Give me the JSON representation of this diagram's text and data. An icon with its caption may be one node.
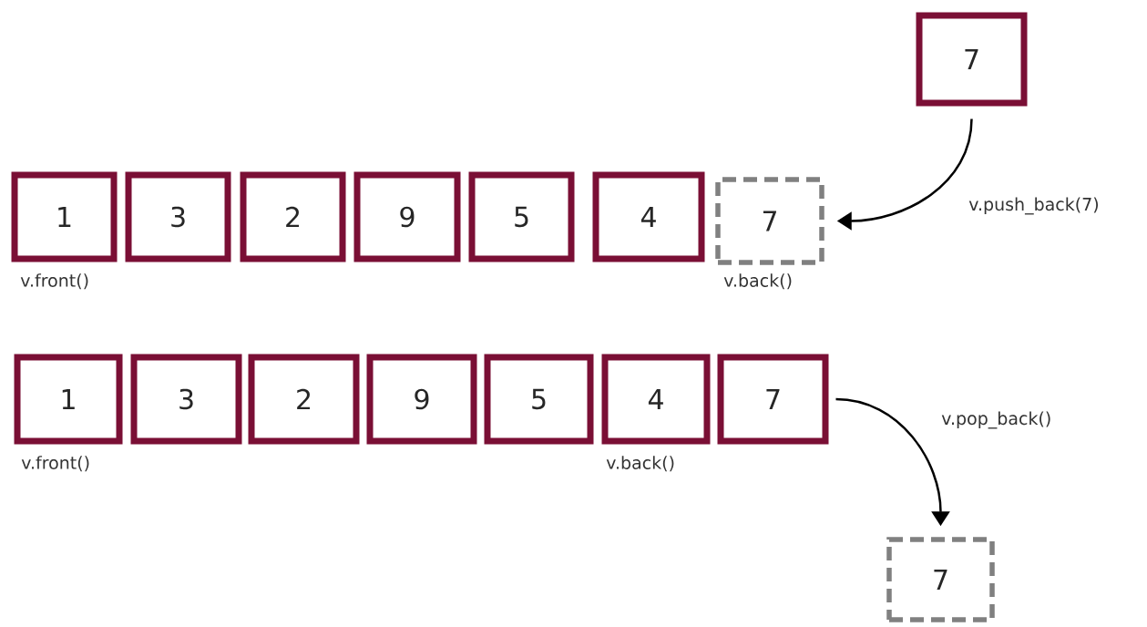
{
  "diagram": {
    "nodes": [
      {
        "text": [
          "7"
        ]
      },
      {
        "text": [
          "1"
        ],
        "beside": [
          "v.front()"
        ]
      },
      {
        "text": [
          "3"
        ]
      },
      {
        "text": [
          "2"
        ]
      },
      {
        "text": [
          "9"
        ]
      },
      {
        "text": [
          "5"
        ]
      },
      {
        "text": [
          "4"
        ]
      },
      {
        "text": [
          "7"
        ],
        "beside": [
          "v.back()"
        ]
      },
      {
        "text": [
          "1"
        ],
        "beside": [
          "v.front()"
        ]
      },
      {
        "text": [
          "3"
        ]
      },
      {
        "text": [
          "2"
        ]
      },
      {
        "text": [
          "9"
        ]
      },
      {
        "text": [
          "5"
        ]
      },
      {
        "text": [
          "4"
        ],
        "beside": [
          "v.back()"
        ]
      },
      {
        "text": [
          "7"
        ]
      },
      {
        "text": [
          "7"
        ]
      }
    ],
    "edges": [
      {
        "from": 0,
        "to": 7,
        "arrow": "to",
        "label": "v.push_back(7)"
      },
      {
        "from": 14,
        "to": 15,
        "arrow": "to",
        "label": "v.pop_back()"
      }
    ]
  }
}
